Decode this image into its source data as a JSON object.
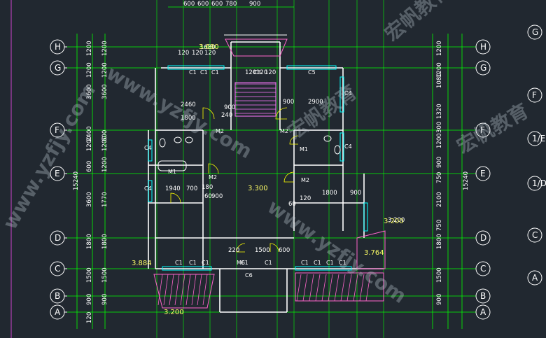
{
  "grid_labels_left": [
    "H",
    "G",
    "F",
    "E",
    "D",
    "C",
    "B",
    "A"
  ],
  "grid_labels_right": [
    "H",
    "G",
    "F",
    "E",
    "D",
    "C",
    "B",
    "A"
  ],
  "far_right_labels": [
    "G",
    "F",
    "1/E",
    "1/D",
    "C",
    "A"
  ],
  "left_dims_outer": [
    "1200",
    "1200",
    "3600",
    "2400",
    "1200",
    "600",
    "3600",
    "1800",
    "1500",
    "900",
    "120"
  ],
  "left_dims_inner": [
    "1200",
    "1200",
    "3600",
    "600",
    "1200",
    "1200",
    "1770",
    "1800",
    "1500",
    "900"
  ],
  "left_total": "15240",
  "right_dims_outer": [
    "1200",
    "1200",
    "1080",
    "1320",
    "300",
    "1200",
    "900",
    "750",
    "2100",
    "750",
    "1800",
    "1500",
    "900"
  ],
  "right_total": "15240",
  "top_dims": [
    "600",
    "600",
    "600",
    "780",
    "900"
  ],
  "room_dims": [
    "120",
    "120",
    "120",
    "1680",
    "120",
    "120",
    "120",
    "2460",
    "900",
    "1800",
    "240",
    "900",
    "2900",
    "1940",
    "700",
    "180",
    "60",
    "900",
    "60",
    "120",
    "1800",
    "900",
    "220",
    "1500",
    "600",
    "3.200"
  ],
  "levels": [
    "3.300",
    "3.200",
    "3.884",
    "3.200",
    "3.764",
    "3.680"
  ],
  "doors": [
    "M1",
    "M1",
    "M2",
    "M2",
    "M2",
    "M2",
    "M6"
  ],
  "windows": [
    "C1",
    "C1",
    "C1",
    "C1",
    "C1",
    "C1",
    "C1",
    "C1",
    "C1",
    "C1",
    "C1",
    "C1",
    "C3",
    "C4",
    "C4",
    "C4",
    "C4",
    "C5",
    "C6"
  ],
  "watermark_text": "www.yzfjy.com",
  "watermark_cn": "宏帆教育",
  "colors": {
    "background": "#212830",
    "grid_axis": "#00ff00",
    "wall": "#ffffff",
    "dim_text": "#ffffff",
    "level": "#ffff66",
    "stair": "#ff77ff",
    "balcony": "#ff66cc",
    "window": "#00ffff",
    "door": "#ffff00"
  }
}
